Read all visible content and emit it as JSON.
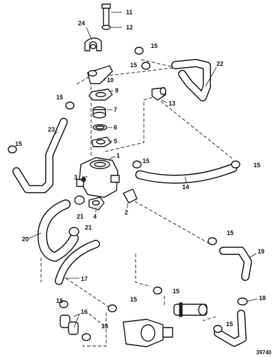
{
  "callouts": {
    "c1": "1",
    "c2": "2",
    "c3": "3",
    "c4": "4",
    "c5": "5",
    "c6": "6",
    "c7": "7",
    "c8": "8",
    "c10": "10",
    "c11": "11",
    "c12": "12",
    "c13": "13",
    "c14": "14",
    "c15a": "15",
    "c15b": "15",
    "c15c": "15",
    "c15d": "15",
    "c15e": "15",
    "c15f": "15",
    "c15g": "15",
    "c15h": "15",
    "c15i": "15",
    "c15j": "15",
    "c15k": "15",
    "c16": "16",
    "c17": "17",
    "c18": "18",
    "c19": "19",
    "c20": "20",
    "c21a": "21",
    "c21b": "21",
    "c22": "22",
    "c23": "23",
    "c24": "24"
  },
  "figure_number": "39740"
}
